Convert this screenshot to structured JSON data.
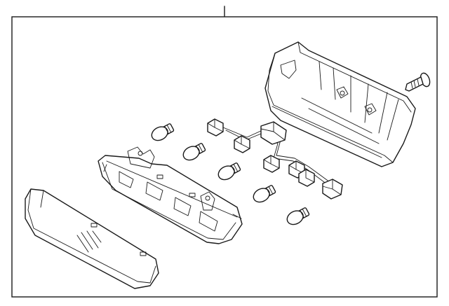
{
  "diagram": {
    "parts": [
      {
        "id": "lens",
        "icon": "lens-cover-icon"
      },
      {
        "id": "lamp-body",
        "icon": "lamp-housing-icon"
      },
      {
        "id": "bulbs",
        "icon": "bulb-icon",
        "count": 5
      },
      {
        "id": "wire-harness",
        "icon": "wire-harness-icon"
      },
      {
        "id": "outer-housing",
        "icon": "housing-cover-icon"
      },
      {
        "id": "screw",
        "icon": "screw-icon"
      }
    ],
    "colors": {
      "line": "#1a1a1a",
      "background": "#ffffff"
    }
  }
}
